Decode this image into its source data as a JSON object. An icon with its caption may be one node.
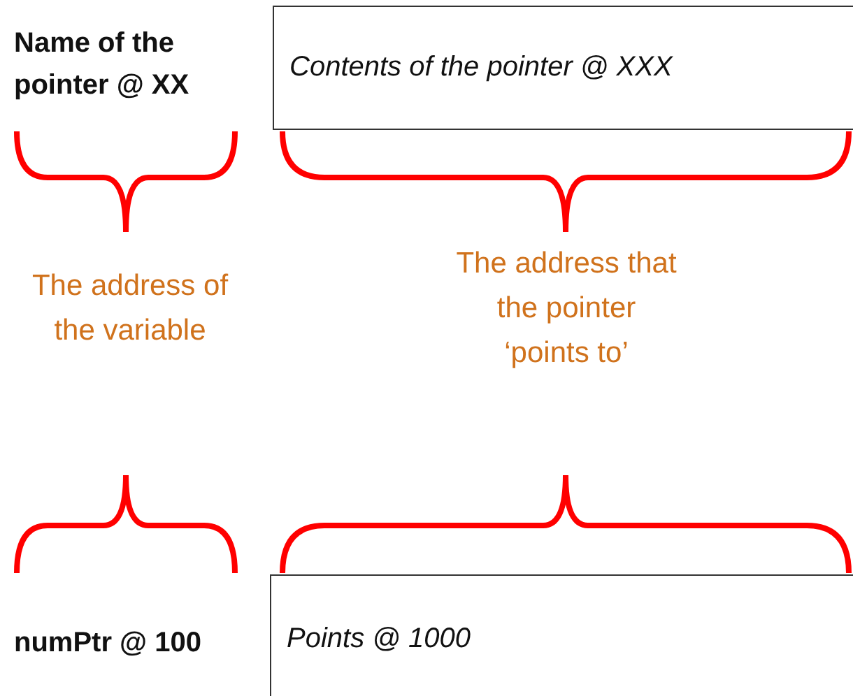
{
  "diagram": {
    "nodes": [
      {
        "text": [
          "Contents of the pointer @ XXX"
        ]
      },
      {
        "text": [
          "Points @ 1000"
        ]
      }
    ],
    "labels": [
      "Name of the pointer @ XX",
      "The address that the pointer ‘points to’",
      "The address of the variable",
      "numPtr @ 100"
    ]
  }
}
